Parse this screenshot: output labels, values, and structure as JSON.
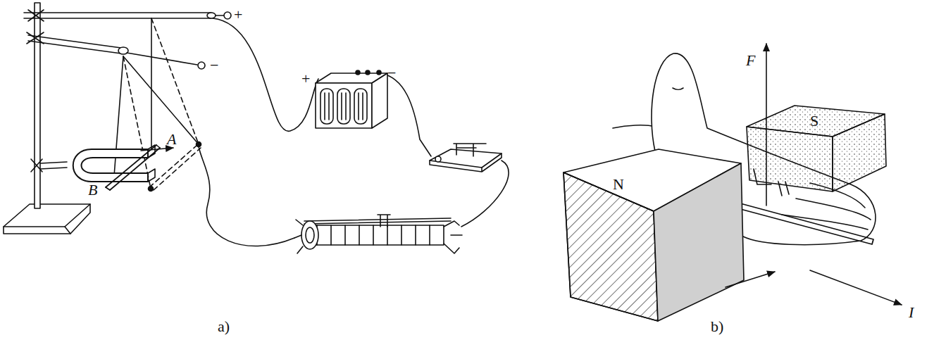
{
  "diagram": {
    "labels": [
      "+",
      "−",
      "+",
      "−",
      "A",
      "B",
      "a)",
      "F",
      "S",
      "N",
      "I",
      "b)"
    ]
  }
}
